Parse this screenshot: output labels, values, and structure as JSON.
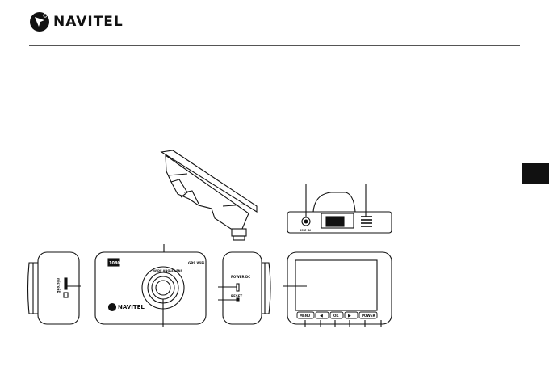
{
  "brand": {
    "name": "NAVITEL",
    "icon": "navitel-logo-icon"
  },
  "front_view": {
    "brand": "NAVITEL",
    "lens_ring_text": "WIDE ANGLE LENS",
    "badge": "1080",
    "wifi_label": "GPS WiFi"
  },
  "left_side_view": {
    "slot_label": "microSD"
  },
  "right_side_view": {
    "port_label": "POWER DC",
    "reset_label": "RESET"
  },
  "top_view": {
    "mic_label": "MIC IN"
  },
  "back_view": {
    "buttons": [
      {
        "label": "MENU",
        "icon": "menu-icon"
      },
      {
        "label": "◀",
        "icon": "left-arrow-icon"
      },
      {
        "label": "OK",
        "icon": "ok-icon"
      },
      {
        "label": "▶",
        "icon": "right-arrow-icon"
      },
      {
        "label": "POWER",
        "icon": "power-icon"
      }
    ]
  },
  "colors": {
    "ink": "#111111",
    "tab": "#111111",
    "rule": "#555555"
  }
}
